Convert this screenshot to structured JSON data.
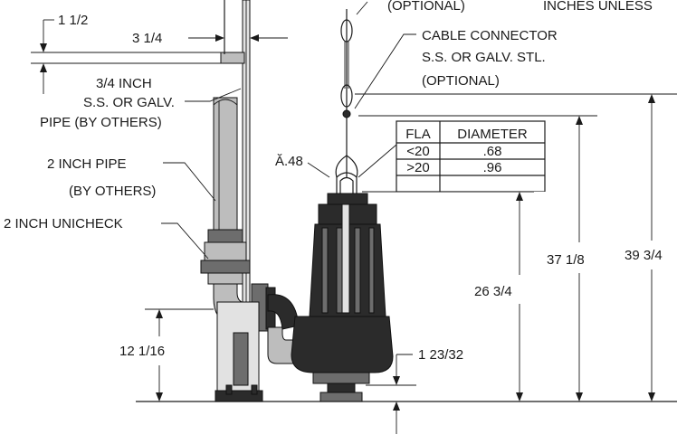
{
  "labels": {
    "optional_top": "(OPTIONAL)",
    "inches_unless": "INCHES UNLESS",
    "dim_1_1_2": "1 1/2",
    "dim_3_1_4": "3 1/4",
    "cable_connector_1": "CABLE CONNECTOR",
    "cable_connector_2": "S.S. OR GALV. STL.",
    "cable_connector_3": "(OPTIONAL)",
    "pipe34_1": "3/4 INCH",
    "pipe34_2": "S.S. OR GALV.",
    "pipe34_3": "PIPE (BY OTHERS)",
    "pipe2_1": "2 INCH PIPE",
    "pipe2_2": "(BY OTHERS)",
    "unicheck": "2 INCH UNICHECK",
    "diameter_note": "Ă.48",
    "dim_12_1_16": "12 1/16",
    "dim_26_3_4": "26 3/4",
    "dim_37_1_8": "37 1/8",
    "dim_39_3_4": "39 3/4",
    "dim_1_23_32": "1 23/32"
  },
  "fla_table": {
    "headers": [
      "FLA",
      "DIAMETER"
    ],
    "rows": [
      [
        "<20",
        ".68"
      ],
      [
        ">20",
        ".96"
      ]
    ]
  },
  "colors": {
    "line": "#1a1a1a",
    "motor_dark": "#2b2b2b",
    "metal_mid": "#6d6d6d",
    "metal_light": "#bdbdbd"
  }
}
